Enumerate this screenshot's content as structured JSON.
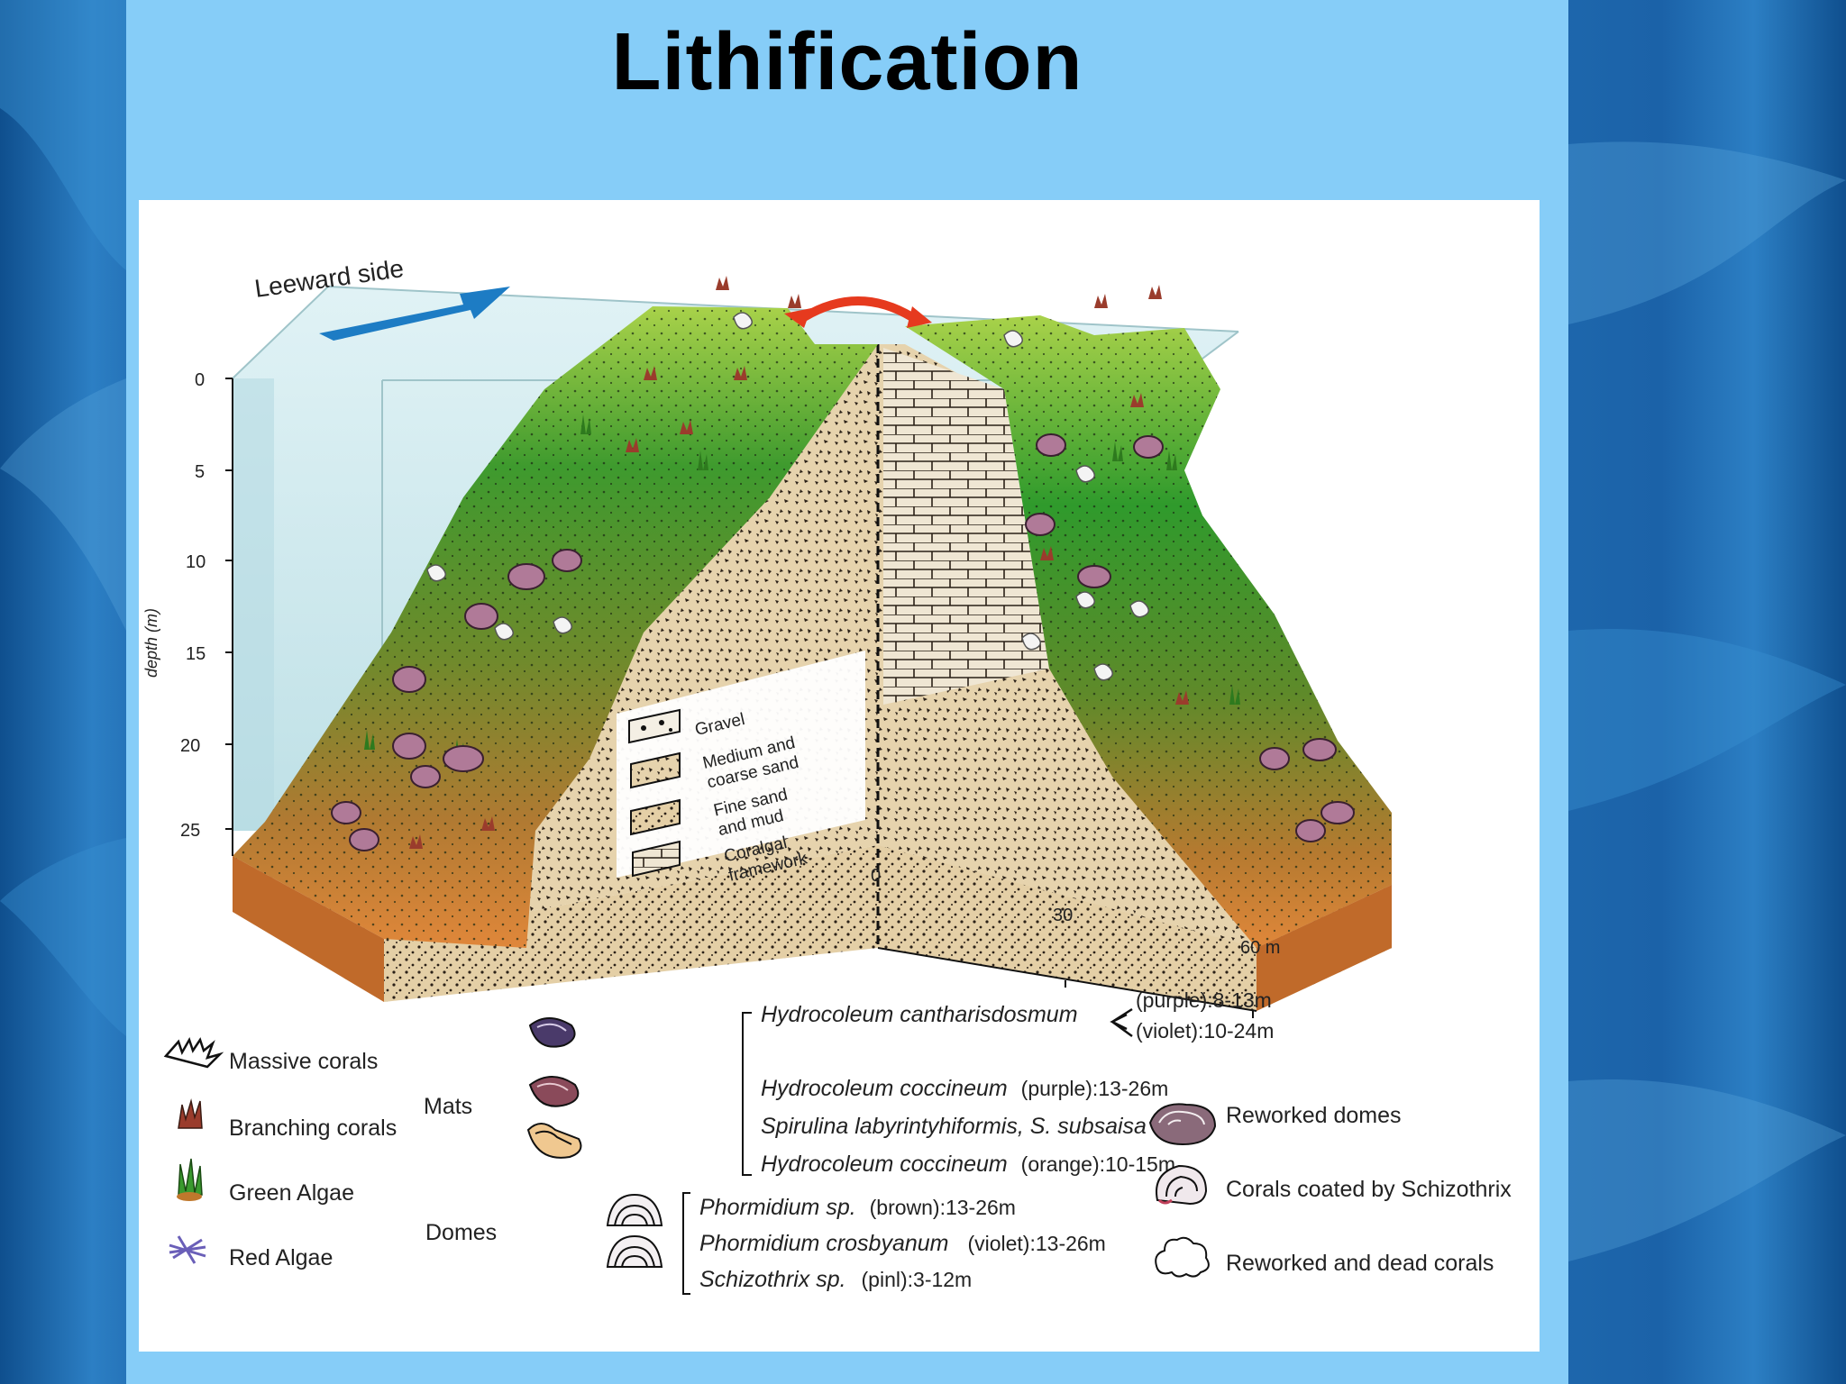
{
  "slide": {
    "title": "Lithification"
  },
  "diagram": {
    "leeward_label": "Leeward side",
    "depth_axis": {
      "label": "depth (m)",
      "ticks": [
        "0",
        "5",
        "10",
        "15",
        "20",
        "25"
      ]
    },
    "distance_axis": {
      "ticks": [
        "0",
        "30",
        "60 m"
      ]
    },
    "sediment_key": [
      {
        "lines": [
          "Gravel"
        ]
      },
      {
        "lines": [
          "Medium and",
          "coarse sand"
        ]
      },
      {
        "lines": [
          "Fine sand",
          "and mud"
        ]
      },
      {
        "lines": [
          "Coralgal",
          "framework"
        ]
      }
    ]
  },
  "legend": {
    "biota": [
      {
        "label": "Massive corals",
        "icon": "massive-coral-icon"
      },
      {
        "label": "Branching corals",
        "icon": "branching-coral-icon"
      },
      {
        "label": "Green Algae",
        "icon": "green-algae-icon"
      },
      {
        "label": "Red Algae",
        "icon": "red-algae-icon"
      }
    ],
    "mats_label": "Mats",
    "domes_label": "Domes",
    "mats": {
      "h_cantharisdosmum": {
        "name": "Hydrocoleum cantharisdosmum",
        "purple": "(purple):8-13m",
        "violet": "(violet):10-24m"
      },
      "h_coccineum_purple": {
        "name": "Hydrocoleum coccineum",
        "info": "(purple):13-26m"
      },
      "spirulina": {
        "name": "Spirulina labyrintyhiformis, S. subsaisa"
      },
      "h_coccineum_orange": {
        "name": "Hydrocoleum coccineum",
        "info": "(orange):10-15m"
      }
    },
    "domes": {
      "phormidium": {
        "name": "Phormidium sp.",
        "info": "(brown):13-26m"
      },
      "p_crosbyanum": {
        "name": "Phormidium crosbyanum",
        "info": "(violet):13-26m"
      },
      "schizothrix": {
        "name": "Schizothrix sp.",
        "info": "(pinl):3-12m"
      }
    },
    "right": [
      {
        "label": "Reworked domes",
        "icon": "reworked-dome-icon"
      },
      {
        "label": "Corals coated by Schizothrix",
        "icon": "coated-coral-icon"
      },
      {
        "label": "Reworked and dead corals",
        "icon": "dead-coral-icon"
      }
    ]
  },
  "colors": {
    "panel": "#86cdf8",
    "water": "#cfe9ee",
    "sand": "#e4cfa6",
    "green_top": "#9acd3c",
    "green_mid": "#3a9a2e",
    "orange": "#d9823a",
    "arrow_blue": "#1d7cc4",
    "arrow_red": "#e63a1e"
  }
}
